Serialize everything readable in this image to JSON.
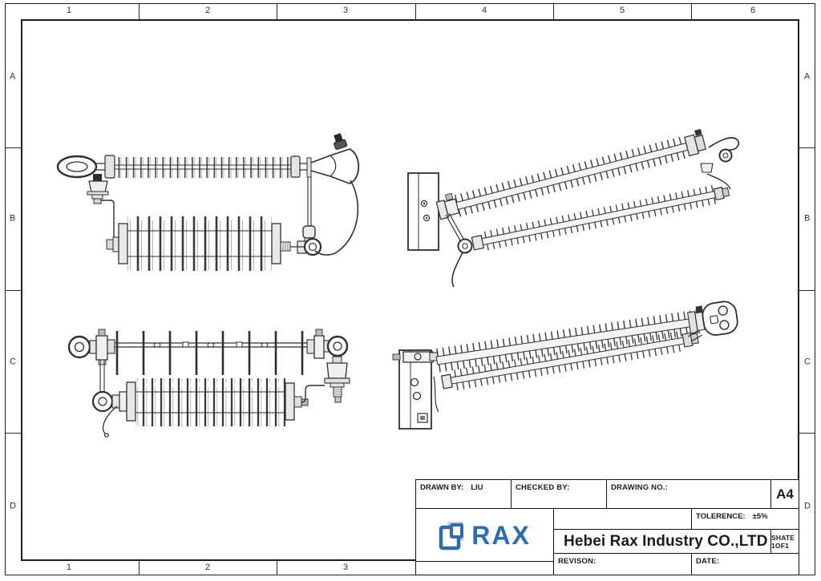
{
  "frame": {
    "top_labels": [
      "1",
      "2",
      "3",
      "4",
      "5",
      "6"
    ],
    "bottom_labels": [
      "1",
      "2",
      "3"
    ],
    "left_labels": [
      "A",
      "B",
      "C",
      "D"
    ],
    "right_labels": [
      "A",
      "B",
      "C",
      "D"
    ]
  },
  "title_block": {
    "drawn_by_label": "DRAWN BY:",
    "drawn_by_value": "LIU",
    "checked_by_label": "CHECKED BY:",
    "drawing_no_label": "DRAWING NO.:",
    "paper_size": "A4",
    "tolerance_label": "TOLERENCE:",
    "tolerance_value": "±5%",
    "logo_text": "RAX",
    "company_name": "Hebei Rax Industry CO.,LTD",
    "sheet_label": "SHATE 1OF1",
    "revision_label": "REVISON:",
    "date_label": "DATE:"
  },
  "colors": {
    "logo_blue": "#2e6cad",
    "line_color": "#2f2f2f"
  }
}
